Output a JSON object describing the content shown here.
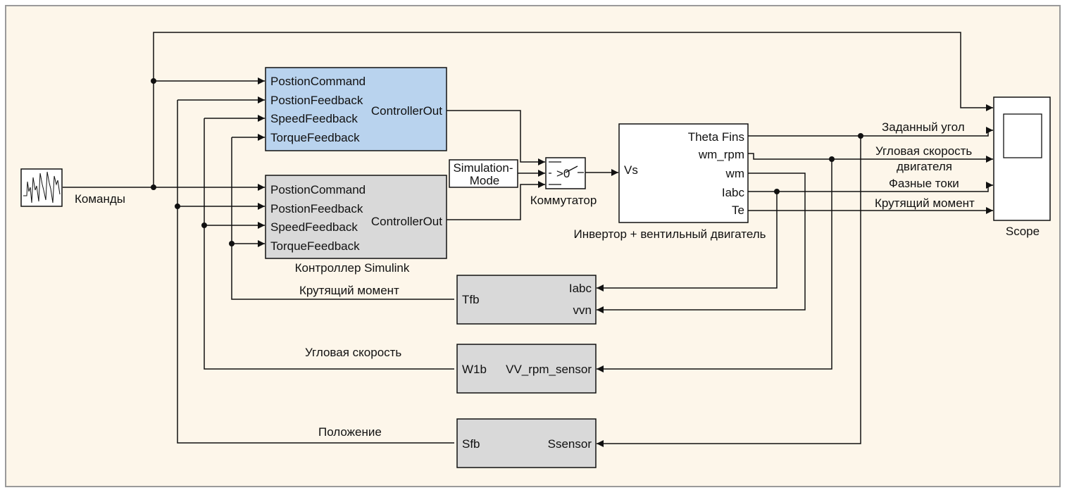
{
  "colors": {
    "background": "#fdf6ea",
    "frame_border": "#9a9a9a",
    "controller_fill": "#b9d3ee",
    "simulink_fill": "#d9d9d9",
    "sensor_fill": "#d9d9d9",
    "plain_fill": "#ffffff",
    "line": "#111111"
  },
  "signal_source": {
    "label": "Команды"
  },
  "controller_top": {
    "inputs": [
      "PostionCommand",
      "PostionFeedback",
      "SpeedFeedback",
      "TorqueFeedback"
    ],
    "output": "ControllerOut"
  },
  "controller_simulink": {
    "inputs": [
      "PostionCommand",
      "PostionFeedback",
      "SpeedFeedback",
      "TorqueFeedback"
    ],
    "output": "ControllerOut",
    "caption": "Контроллер Simulink"
  },
  "simulation_mode": {
    "line1": "Simulation-",
    "line2": "Mode"
  },
  "switch_block": {
    "symbol": ">0",
    "caption": "Коммутатор"
  },
  "inverter": {
    "input": "Vs",
    "outputs": [
      "Theta Fins",
      "wm_rpm",
      "wm",
      "Iabc",
      "Te"
    ],
    "caption": "Инвертор + вентильный двигатель"
  },
  "scope": {
    "caption": "Scope",
    "signal_labels": {
      "angle": "Заданный угол",
      "speed_line1": "Угловая скорость",
      "speed_line2": "двигателя",
      "currents": "Фазные токи",
      "torque": "Крутящий момент"
    }
  },
  "torque_sensor": {
    "output": "Tfb",
    "inputs": [
      "Iabc",
      "vvn"
    ],
    "wire_label": "Крутящий момент"
  },
  "speed_sensor": {
    "output": "W1b",
    "input": "VV_rpm_sensor",
    "wire_label": "Угловая скорость"
  },
  "position_sensor": {
    "output": "Sfb",
    "input": "Ssensor",
    "wire_label": "Положение"
  }
}
